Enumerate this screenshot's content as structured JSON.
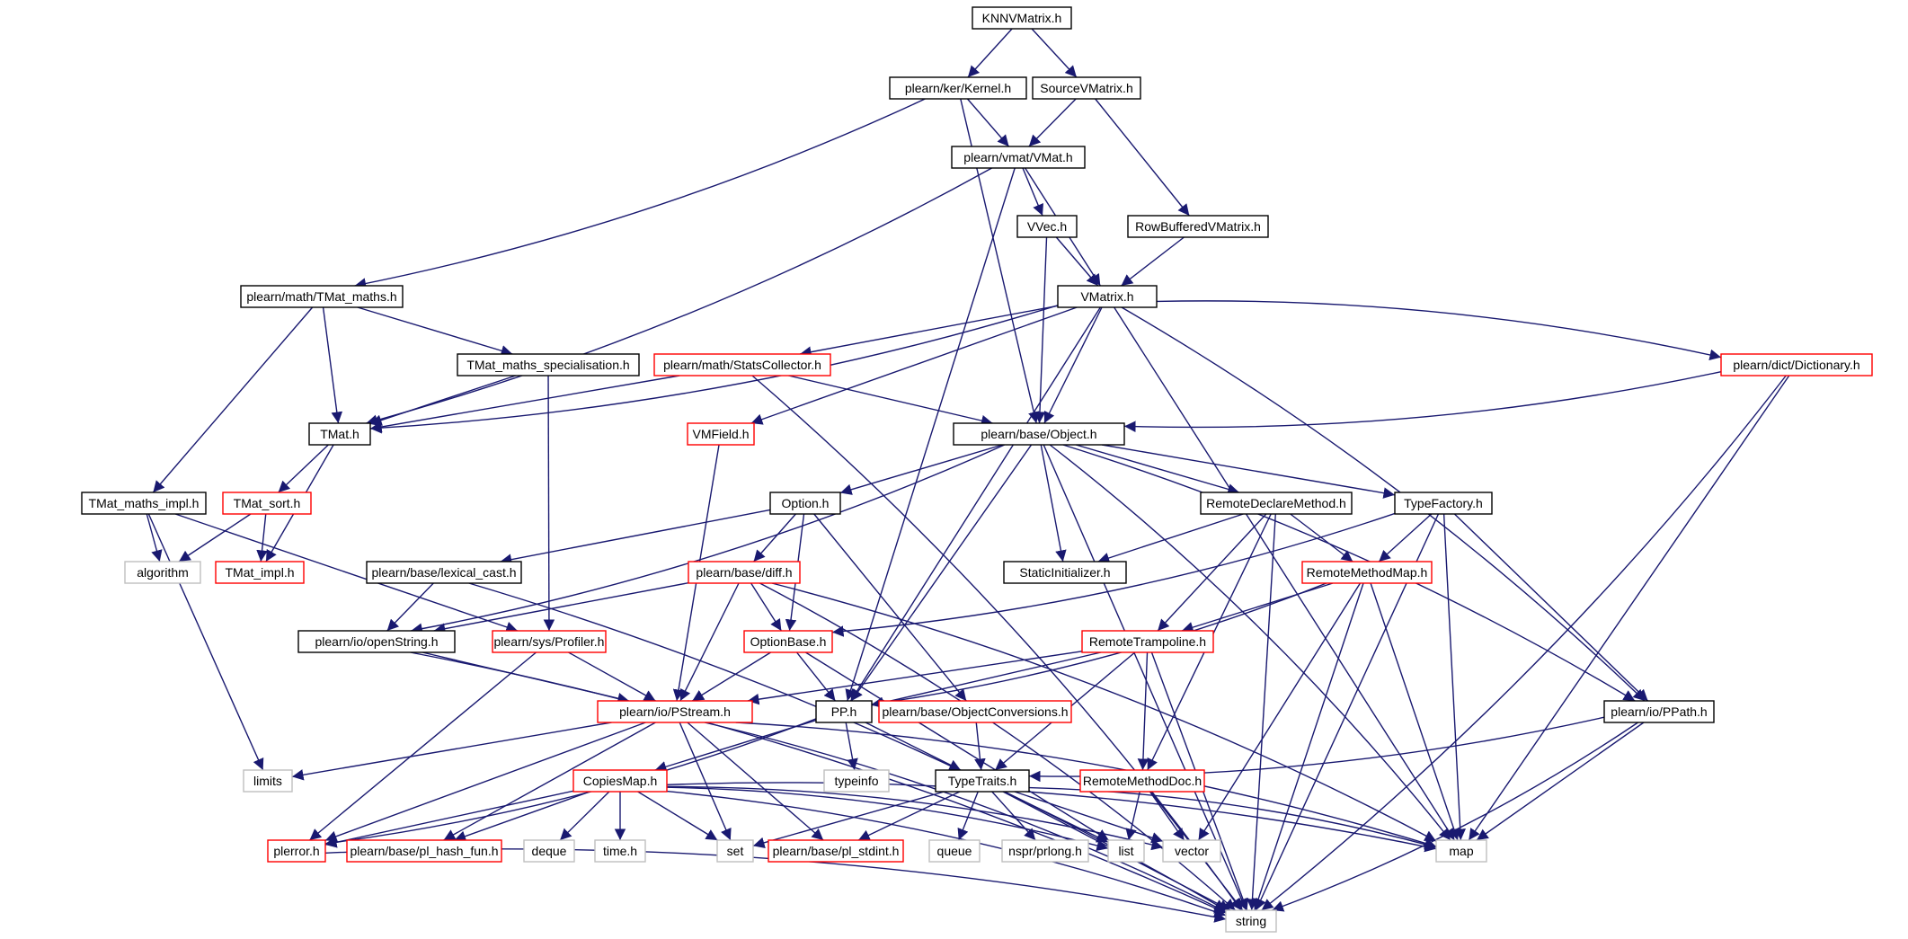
{
  "palette": {
    "root_fill": "#bfbfbf",
    "normal_border": "#000000",
    "truncated_border": "#ff0000",
    "external_border": "#bfbfbf",
    "edge_color": "#191970"
  },
  "nodes": [
    {
      "id": "knnv",
      "label": "KNNVMatrix.h",
      "kind": "root"
    },
    {
      "id": "kernel",
      "label": "plearn/ker/Kernel.h",
      "kind": "normal"
    },
    {
      "id": "sourcev",
      "label": "SourceVMatrix.h",
      "kind": "normal"
    },
    {
      "id": "vmat",
      "label": "plearn/vmat/VMat.h",
      "kind": "normal"
    },
    {
      "id": "vvec",
      "label": "VVec.h",
      "kind": "normal"
    },
    {
      "id": "rowbuf",
      "label": "RowBufferedVMatrix.h",
      "kind": "normal"
    },
    {
      "id": "tmatmaths",
      "label": "plearn/math/TMat_maths.h",
      "kind": "normal"
    },
    {
      "id": "vmatrix",
      "label": "VMatrix.h",
      "kind": "normal"
    },
    {
      "id": "tmatspec",
      "label": "TMat_maths_specialisation.h",
      "kind": "normal"
    },
    {
      "id": "stats",
      "label": "plearn/math/StatsCollector.h",
      "kind": "truncated"
    },
    {
      "id": "dict",
      "label": "plearn/dict/Dictionary.h",
      "kind": "truncated"
    },
    {
      "id": "tmat",
      "label": "TMat.h",
      "kind": "normal"
    },
    {
      "id": "vmfield",
      "label": "VMField.h",
      "kind": "truncated"
    },
    {
      "id": "object",
      "label": "plearn/base/Object.h",
      "kind": "normal"
    },
    {
      "id": "tmatimpl2",
      "label": "TMat_maths_impl.h",
      "kind": "normal"
    },
    {
      "id": "tmatsort",
      "label": "TMat_sort.h",
      "kind": "truncated"
    },
    {
      "id": "option",
      "label": "Option.h",
      "kind": "normal"
    },
    {
      "id": "rdm",
      "label": "RemoteDeclareMethod.h",
      "kind": "normal"
    },
    {
      "id": "typefactory",
      "label": "TypeFactory.h",
      "kind": "normal"
    },
    {
      "id": "algorithm",
      "label": "algorithm",
      "kind": "external"
    },
    {
      "id": "tmatimpl",
      "label": "TMat_impl.h",
      "kind": "truncated"
    },
    {
      "id": "lexcast",
      "label": "plearn/base/lexical_cast.h",
      "kind": "normal"
    },
    {
      "id": "diff",
      "label": "plearn/base/diff.h",
      "kind": "truncated"
    },
    {
      "id": "staticinit",
      "label": "StaticInitializer.h",
      "kind": "normal"
    },
    {
      "id": "rmm",
      "label": "RemoteMethodMap.h",
      "kind": "truncated"
    },
    {
      "id": "openstring",
      "label": "plearn/io/openString.h",
      "kind": "normal"
    },
    {
      "id": "profiler",
      "label": "plearn/sys/Profiler.h",
      "kind": "truncated"
    },
    {
      "id": "optionbase",
      "label": "OptionBase.h",
      "kind": "truncated"
    },
    {
      "id": "rtramp",
      "label": "RemoteTrampoline.h",
      "kind": "truncated"
    },
    {
      "id": "pstream",
      "label": "plearn/io/PStream.h",
      "kind": "truncated"
    },
    {
      "id": "pp",
      "label": "PP.h",
      "kind": "normal"
    },
    {
      "id": "objconv",
      "label": "plearn/base/ObjectConversions.h",
      "kind": "truncated"
    },
    {
      "id": "ppath",
      "label": "plearn/io/PPath.h",
      "kind": "normal"
    },
    {
      "id": "limits",
      "label": "limits",
      "kind": "external"
    },
    {
      "id": "typeinfo",
      "label": "typeinfo",
      "kind": "external"
    },
    {
      "id": "copiesmap",
      "label": "CopiesMap.h",
      "kind": "truncated"
    },
    {
      "id": "typetraits",
      "label": "TypeTraits.h",
      "kind": "normal"
    },
    {
      "id": "rmdoc",
      "label": "RemoteMethodDoc.h",
      "kind": "truncated"
    },
    {
      "id": "plerror",
      "label": "plerror.h",
      "kind": "truncated"
    },
    {
      "id": "hashfun",
      "label": "plearn/base/pl_hash_fun.h",
      "kind": "truncated"
    },
    {
      "id": "deque",
      "label": "deque",
      "kind": "external"
    },
    {
      "id": "timeh",
      "label": "time.h",
      "kind": "external"
    },
    {
      "id": "set",
      "label": "set",
      "kind": "external"
    },
    {
      "id": "stdint",
      "label": "plearn/base/pl_stdint.h",
      "kind": "truncated"
    },
    {
      "id": "queue",
      "label": "queue",
      "kind": "external"
    },
    {
      "id": "prlong",
      "label": "nspr/prlong.h",
      "kind": "external"
    },
    {
      "id": "list",
      "label": "list",
      "kind": "external"
    },
    {
      "id": "vector",
      "label": "vector",
      "kind": "external"
    },
    {
      "id": "map",
      "label": "map",
      "kind": "external"
    },
    {
      "id": "string",
      "label": "string",
      "kind": "external"
    }
  ],
  "edges": [
    [
      "knnv",
      "kernel"
    ],
    [
      "knnv",
      "sourcev"
    ],
    [
      "kernel",
      "vmat"
    ],
    [
      "kernel",
      "tmatmaths"
    ],
    [
      "kernel",
      "object"
    ],
    [
      "sourcev",
      "vmat"
    ],
    [
      "sourcev",
      "rowbuf"
    ],
    [
      "vmat",
      "vvec"
    ],
    [
      "vmat",
      "vmatrix"
    ],
    [
      "vmat",
      "tmat"
    ],
    [
      "vmat",
      "pp"
    ],
    [
      "vvec",
      "vmatrix"
    ],
    [
      "vvec",
      "object"
    ],
    [
      "rowbuf",
      "vmatrix"
    ],
    [
      "tmatmaths",
      "tmat"
    ],
    [
      "tmatmaths",
      "tmatspec"
    ],
    [
      "tmatmaths",
      "tmatimpl2"
    ],
    [
      "tmatspec",
      "tmat"
    ],
    [
      "tmatspec",
      "profiler"
    ],
    [
      "vmatrix",
      "stats"
    ],
    [
      "vmatrix",
      "dict"
    ],
    [
      "vmatrix",
      "object"
    ],
    [
      "vmatrix",
      "tmat"
    ],
    [
      "vmatrix",
      "vmfield"
    ],
    [
      "vmatrix",
      "pp"
    ],
    [
      "vmatrix",
      "ppath"
    ],
    [
      "vmatrix",
      "map"
    ],
    [
      "stats",
      "tmat"
    ],
    [
      "stats",
      "object"
    ],
    [
      "stats",
      "string"
    ],
    [
      "dict",
      "object"
    ],
    [
      "dict",
      "map"
    ],
    [
      "dict",
      "string"
    ],
    [
      "tmat",
      "tmatsort"
    ],
    [
      "tmat",
      "tmatimpl"
    ],
    [
      "vmfield",
      "pstream"
    ],
    [
      "object",
      "option"
    ],
    [
      "object",
      "rdm"
    ],
    [
      "object",
      "typefactory"
    ],
    [
      "object",
      "staticinit"
    ],
    [
      "object",
      "pp"
    ],
    [
      "object",
      "openstring"
    ],
    [
      "object",
      "ppath"
    ],
    [
      "object",
      "map"
    ],
    [
      "object",
      "string"
    ],
    [
      "tmatimpl2",
      "algorithm"
    ],
    [
      "tmatimpl2",
      "profiler"
    ],
    [
      "tmatimpl2",
      "limits"
    ],
    [
      "tmatsort",
      "algorithm"
    ],
    [
      "tmatsort",
      "tmatimpl"
    ],
    [
      "option",
      "lexcast"
    ],
    [
      "option",
      "diff"
    ],
    [
      "option",
      "optionbase"
    ],
    [
      "option",
      "objconv"
    ],
    [
      "rdm",
      "staticinit"
    ],
    [
      "rdm",
      "rmm"
    ],
    [
      "rdm",
      "rtramp"
    ],
    [
      "rdm",
      "rmdoc"
    ],
    [
      "rdm",
      "string"
    ],
    [
      "typefactory",
      "rmm"
    ],
    [
      "typefactory",
      "optionbase"
    ],
    [
      "typefactory",
      "ppath"
    ],
    [
      "typefactory",
      "map"
    ],
    [
      "typefactory",
      "string"
    ],
    [
      "lexcast",
      "openstring"
    ],
    [
      "lexcast",
      "string"
    ],
    [
      "diff",
      "openstring"
    ],
    [
      "diff",
      "optionbase"
    ],
    [
      "diff",
      "pstream"
    ],
    [
      "diff",
      "map"
    ],
    [
      "diff",
      "string"
    ],
    [
      "rmm",
      "rtramp"
    ],
    [
      "rmm",
      "pp"
    ],
    [
      "rmm",
      "map"
    ],
    [
      "rmm",
      "vector"
    ],
    [
      "rmm",
      "string"
    ],
    [
      "openstring",
      "pstream"
    ],
    [
      "openstring",
      "string"
    ],
    [
      "profiler",
      "pstream"
    ],
    [
      "profiler",
      "plerror"
    ],
    [
      "optionbase",
      "pp"
    ],
    [
      "optionbase",
      "pstream"
    ],
    [
      "optionbase",
      "list"
    ],
    [
      "rtramp",
      "pstream"
    ],
    [
      "rtramp",
      "pp"
    ],
    [
      "rtramp",
      "typetraits"
    ],
    [
      "rtramp",
      "rmdoc"
    ],
    [
      "rtramp",
      "string"
    ],
    [
      "pstream",
      "limits"
    ],
    [
      "pstream",
      "plerror"
    ],
    [
      "pstream",
      "hashfun"
    ],
    [
      "pstream",
      "set"
    ],
    [
      "pstream",
      "stdint"
    ],
    [
      "pstream",
      "map"
    ],
    [
      "pstream",
      "string"
    ],
    [
      "pp",
      "typeinfo"
    ],
    [
      "pp",
      "copiesmap"
    ],
    [
      "pp",
      "typetraits"
    ],
    [
      "pp",
      "plerror"
    ],
    [
      "objconv",
      "typetraits"
    ],
    [
      "ppath",
      "typetraits"
    ],
    [
      "ppath",
      "map"
    ],
    [
      "ppath",
      "string"
    ],
    [
      "copiesmap",
      "plerror"
    ],
    [
      "copiesmap",
      "hashfun"
    ],
    [
      "copiesmap",
      "deque"
    ],
    [
      "copiesmap",
      "timeh"
    ],
    [
      "copiesmap",
      "set"
    ],
    [
      "copiesmap",
      "list"
    ],
    [
      "copiesmap",
      "vector"
    ],
    [
      "copiesmap",
      "map"
    ],
    [
      "copiesmap",
      "string"
    ],
    [
      "typetraits",
      "set"
    ],
    [
      "typetraits",
      "stdint"
    ],
    [
      "typetraits",
      "queue"
    ],
    [
      "typetraits",
      "prlong"
    ],
    [
      "typetraits",
      "list"
    ],
    [
      "typetraits",
      "vector"
    ],
    [
      "typetraits",
      "map"
    ],
    [
      "typetraits",
      "string"
    ],
    [
      "rmdoc",
      "list"
    ],
    [
      "rmdoc",
      "vector"
    ],
    [
      "rmdoc",
      "string"
    ],
    [
      "plerror",
      "string"
    ]
  ]
}
